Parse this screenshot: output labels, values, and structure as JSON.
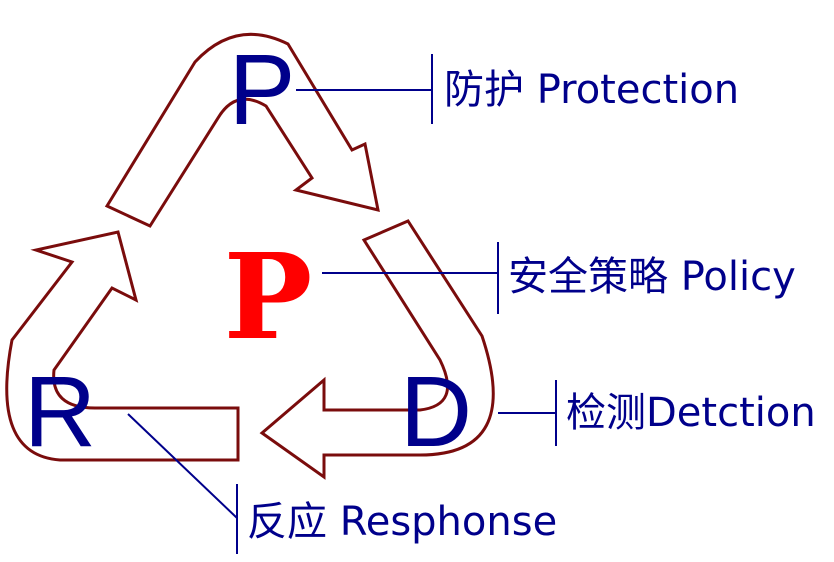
{
  "diagram": {
    "nodes": {
      "protection": {
        "letter": "P",
        "label": "防护 Protection"
      },
      "policy": {
        "letter": "P",
        "label": "安全策略 Policy"
      },
      "detection": {
        "letter": "D",
        "label": "检测Detction"
      },
      "response": {
        "letter": "R",
        "label": "反应 Resphonse"
      }
    },
    "colors": {
      "arrow_outline": "#7a0c0c",
      "letter": "#00008b",
      "center_letter": "#ff0000",
      "connector": "#00008b",
      "label_text": "#00008b"
    }
  }
}
